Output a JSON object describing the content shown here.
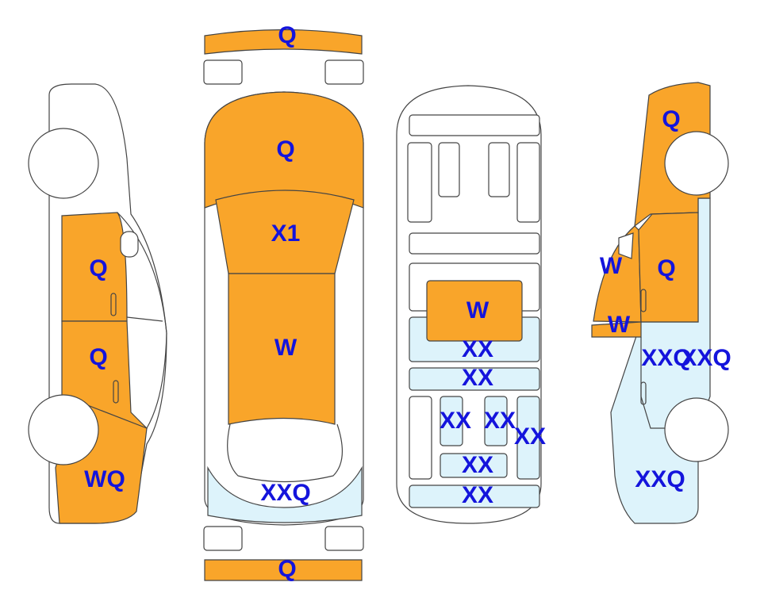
{
  "colors": {
    "damaged": "#F9A52A",
    "minor": "#DDF3FB",
    "label": "#1414DC"
  },
  "left_side": {
    "labels": [
      "Q",
      "Q",
      "WQ"
    ]
  },
  "top_view": {
    "labels": [
      "Q",
      "Q",
      "X1",
      "W",
      "XXQ",
      "Q"
    ]
  },
  "interior": {
    "labels": [
      "W",
      "XX",
      "XX",
      "XX",
      "XX",
      "XX",
      "XX",
      "XX"
    ]
  },
  "right_side": {
    "labels": [
      "Q",
      "W",
      "Q",
      "W",
      "XXQ",
      "XXQ",
      "XXQ"
    ]
  }
}
